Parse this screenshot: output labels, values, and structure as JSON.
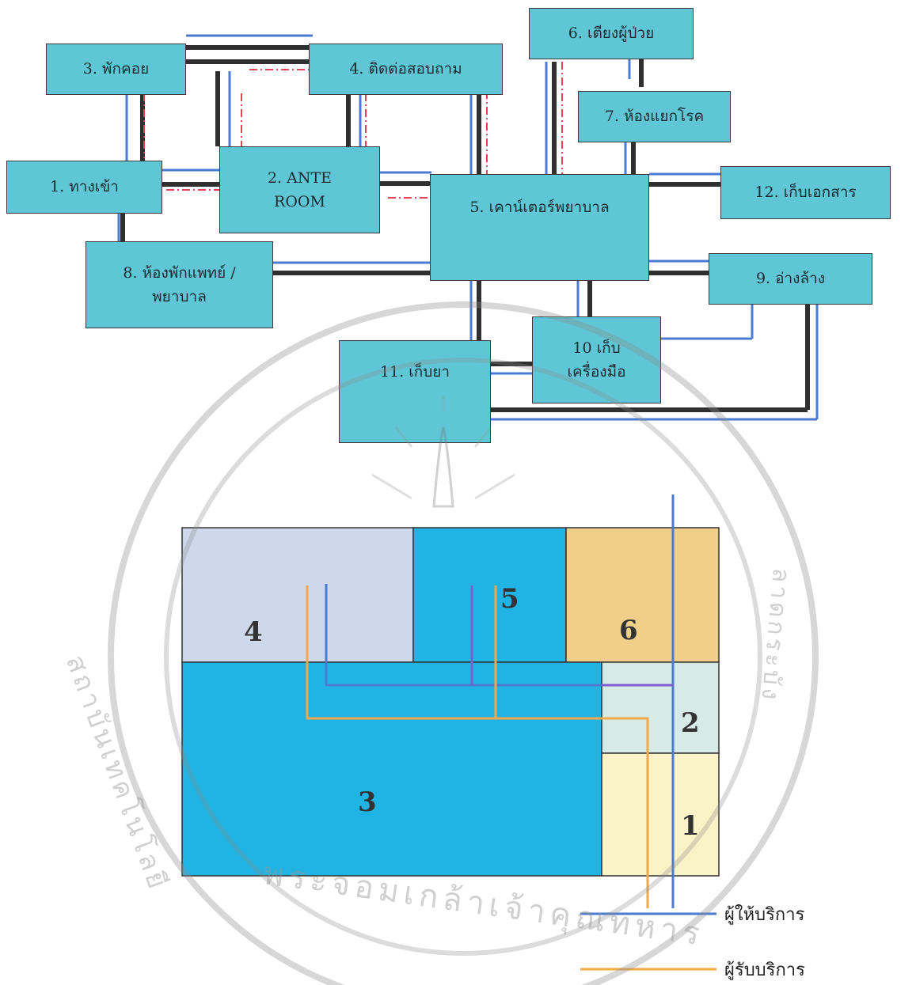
{
  "diagram": {
    "rooms": [
      {
        "id": "r1",
        "label": "1. ทางเข้า"
      },
      {
        "id": "r2",
        "label": "2. ANTE ROOM"
      },
      {
        "id": "r3",
        "label": "3. พักคอย"
      },
      {
        "id": "r4",
        "label": "4. ติดต่อสอบถาม"
      },
      {
        "id": "r5",
        "label": "5. เคาน์เตอร์พยาบาล"
      },
      {
        "id": "r6",
        "label": "6. เตียงผู้ป่วย"
      },
      {
        "id": "r7",
        "label": "7. ห้องแยกโรค"
      },
      {
        "id": "r8",
        "label": "8. ห้องพักแพทย์ / พยาบาล"
      },
      {
        "id": "r9",
        "label": "9. อ่างล้าง"
      },
      {
        "id": "r10",
        "label": "10 เก็บ เครื่องมือ"
      },
      {
        "id": "r11",
        "label": "11. เก็บยา"
      },
      {
        "id": "r12",
        "label": "12. เก็บเอกสาร"
      }
    ],
    "connector_colors": {
      "dark": "#2f2f2f",
      "blue": "#4a7bd0",
      "red": "#e0455a"
    }
  },
  "zoning": {
    "zones": [
      {
        "id": "z1",
        "number": "1",
        "color": "#fbf3c8"
      },
      {
        "id": "z2",
        "number": "2",
        "color": "#d7ebe6"
      },
      {
        "id": "z3",
        "number": "3",
        "color": "#1fb4e3"
      },
      {
        "id": "z4",
        "number": "4",
        "color": "#cdd8ea"
      },
      {
        "id": "z5",
        "number": "5",
        "color": "#1fb4e3"
      },
      {
        "id": "z6",
        "number": "6",
        "color": "#efcf8a"
      }
    ],
    "legend": [
      {
        "id": "provider",
        "label": "ผู้ให้บริการ",
        "color": "#4a7bd0"
      },
      {
        "id": "receiver",
        "label": "ผู้รับบริการ",
        "color": "#f2a84b"
      }
    ]
  },
  "watermark": {
    "text_bottom": "พระจอมเกล้าเจ้าคุณทหาร",
    "text_left": "สถาบันเทคโนโลยี",
    "text_right": "ลาดกระบัง"
  }
}
